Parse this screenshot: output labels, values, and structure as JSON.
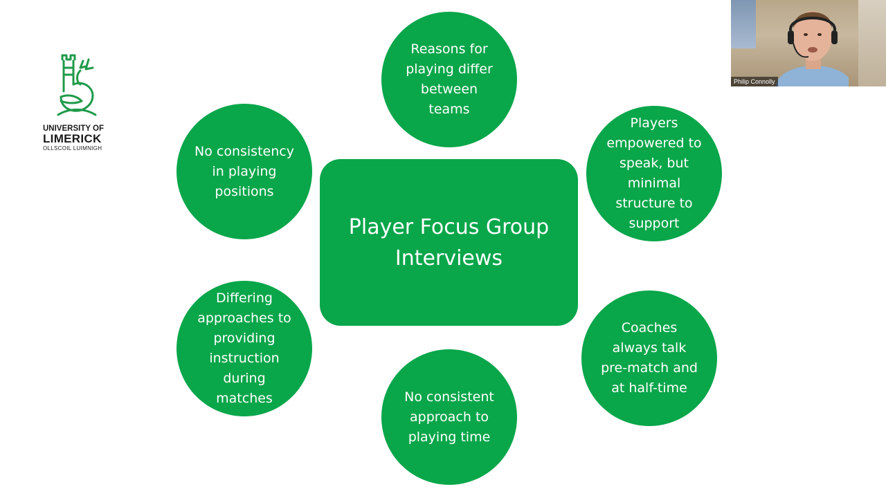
{
  "colors": {
    "bubble": "#0aa64a",
    "logo": "#1f9a4a",
    "text": "#ffffff"
  },
  "logo": {
    "line1": "UNIVERSITY OF",
    "line2": "LIMERICK",
    "line3": "OLLSCOIL LUIMNIGH"
  },
  "diagram": {
    "center": "Player Focus Group Interviews",
    "bubbles": [
      "Reasons for playing differ between teams",
      "Players empowered to speak, but minimal structure to support",
      "Coaches always talk pre-match and at half-time",
      "No consistent approach to playing time",
      "Differing approaches to providing instruction during matches",
      "No consistency in playing positions"
    ]
  },
  "webcam": {
    "name": "Philip Connolly"
  }
}
